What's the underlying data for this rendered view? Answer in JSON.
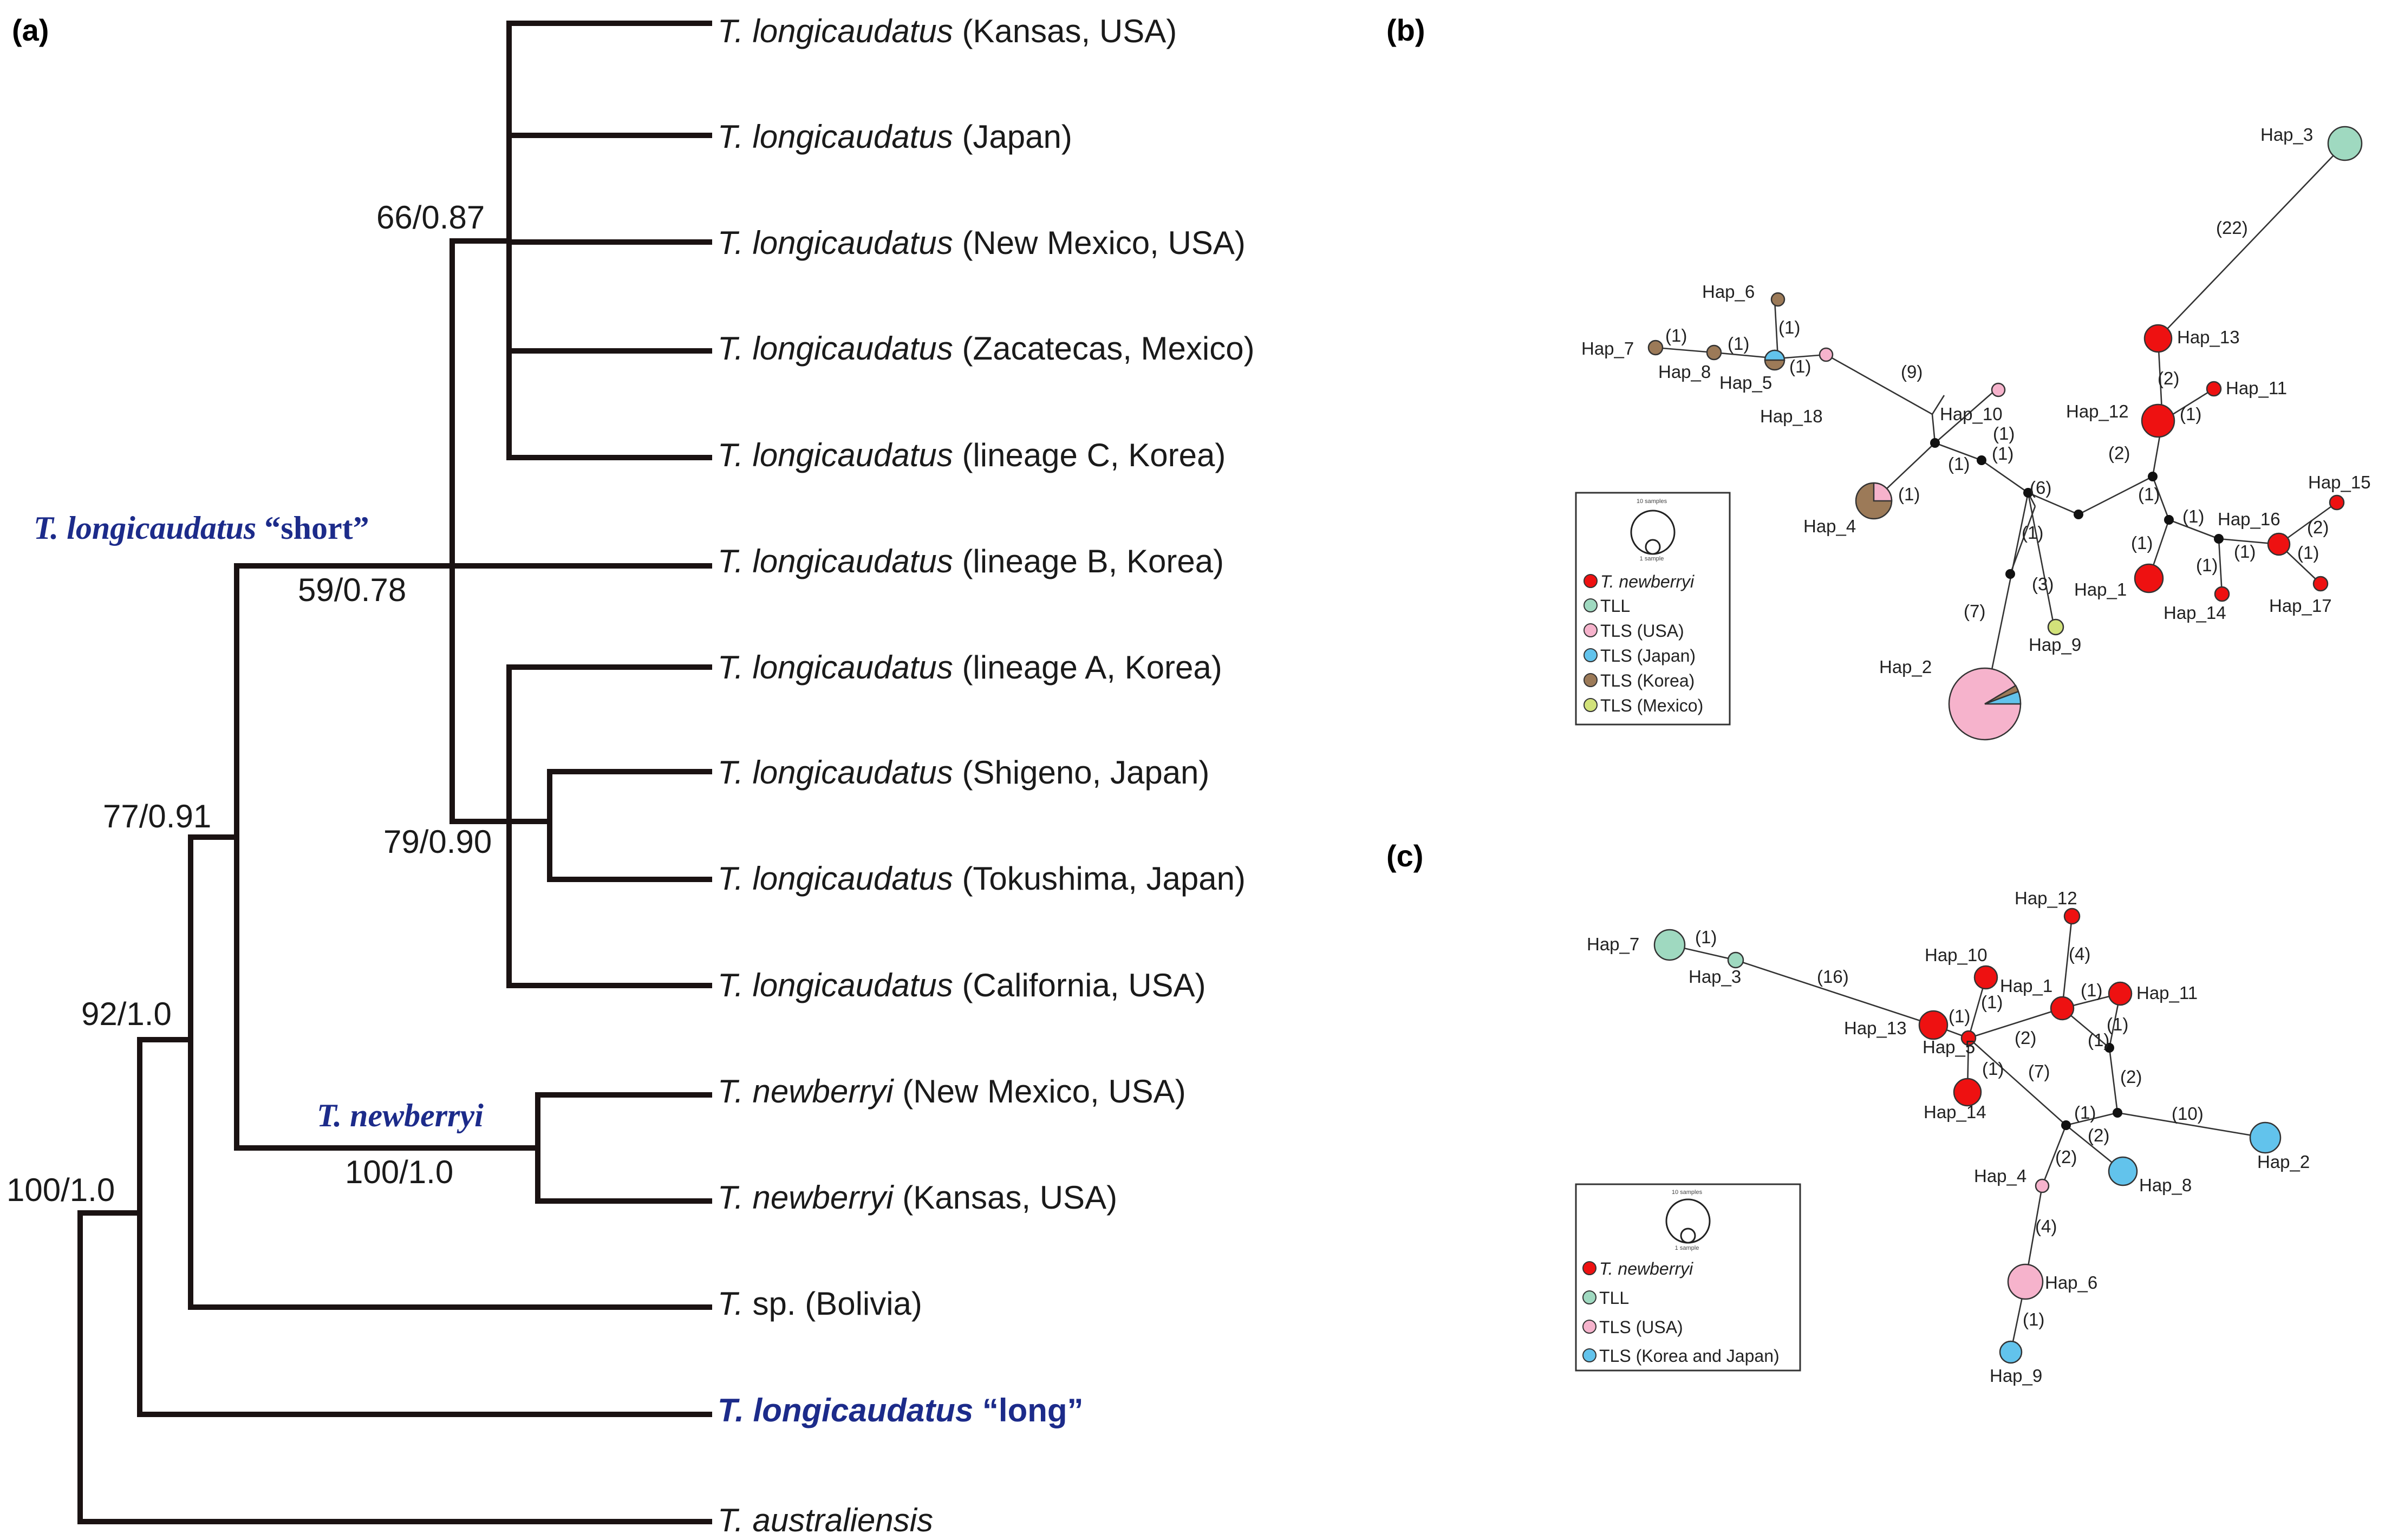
{
  "colors": {
    "newberryi": "#ee1111",
    "tll": "#9fd9c0",
    "tls_usa": "#f6b3cc",
    "tls_japan": "#62c3ec",
    "tls_korea": "#9c7a58",
    "tls_mexico": "#d2e27a",
    "tls_korea_japan": "#62c3ec",
    "clade_label": "#1c2b8a",
    "branch": "#1a1212"
  },
  "panel_a": {
    "label": "(a)",
    "tips": [
      {
        "genus": "T. longicaudatus",
        "locality": "(Kansas, USA)"
      },
      {
        "genus": "T. longicaudatus",
        "locality": "(Japan)"
      },
      {
        "genus": "T. longicaudatus",
        "locality": "(New Mexico, USA)"
      },
      {
        "genus": "T. longicaudatus",
        "locality": "(Zacatecas, Mexico)"
      },
      {
        "genus": "T. longicaudatus",
        "locality": "(lineage C, Korea)"
      },
      {
        "genus": "T. longicaudatus",
        "locality": "(lineage B, Korea)"
      },
      {
        "genus": "T. longicaudatus",
        "locality": "(lineage A, Korea)"
      },
      {
        "genus": "T. longicaudatus",
        "locality": "(Shigeno, Japan)"
      },
      {
        "genus": "T. longicaudatus",
        "locality": "(Tokushima, Japan)"
      },
      {
        "genus": "T. longicaudatus",
        "locality": "(California, USA)"
      },
      {
        "genus": "T. newberryi",
        "locality": "(New Mexico, USA)"
      },
      {
        "genus": "T. newberryi",
        "locality": "(Kansas, USA)"
      },
      {
        "genus": "T.",
        "locality": "sp. (Bolivia)"
      },
      {
        "genus": "T. longicaudatus",
        "locality": "“long”"
      },
      {
        "genus": "T. australiensis",
        "locality": ""
      }
    ],
    "support": {
      "s66": "66/0.87",
      "s59": "59/0.78",
      "s79": "79/0.90",
      "s77": "77/0.91",
      "s92": "92/1.0",
      "s100n": "100/1.0",
      "s100r": "100/1.0"
    },
    "clades": {
      "short": "T. longicaudatus “short”",
      "newberryi": "T. newberryi"
    }
  },
  "panel_b": {
    "label": "(b)",
    "haplotypes": {
      "h1": "Hap_1",
      "h2": "Hap_2",
      "h3": "Hap_3",
      "h4": "Hap_4",
      "h5": "Hap_5",
      "h6": "Hap_6",
      "h7": "Hap_7",
      "h8": "Hap_8",
      "h9": "Hap_9",
      "h10": "Hap_10",
      "h11": "Hap_11",
      "h12": "Hap_12",
      "h13": "Hap_13",
      "h14": "Hap_14",
      "h15": "Hap_15",
      "h16": "Hap_16",
      "h17": "Hap_17",
      "h18": "Hap_18"
    },
    "legend": {
      "scale_top": "10 samples",
      "scale_bottom": "1 sample",
      "items": [
        "T. newberryi",
        "TLL",
        "TLS (USA)",
        "TLS (Japan)",
        "TLS (Korea)",
        "TLS (Mexico)"
      ]
    }
  },
  "panel_c": {
    "label": "(c)",
    "haplotypes": {
      "h1": "Hap_1",
      "h2": "Hap_2",
      "h3": "Hap_3",
      "h4": "Hap_4",
      "h5": "Hap_5",
      "h6": "Hap_6",
      "h7": "Hap_7",
      "h8": "Hap_8",
      "h9": "Hap_9",
      "h10": "Hap_10",
      "h11": "Hap_11",
      "h12": "Hap_12",
      "h13": "Hap_13",
      "h14": "Hap_14"
    },
    "legend": {
      "scale_top": "10 samples",
      "scale_bottom": "1 sample",
      "items": [
        "T. newberryi",
        "TLL",
        "TLS (USA)",
        "TLS (Korea and Japan)"
      ]
    }
  }
}
